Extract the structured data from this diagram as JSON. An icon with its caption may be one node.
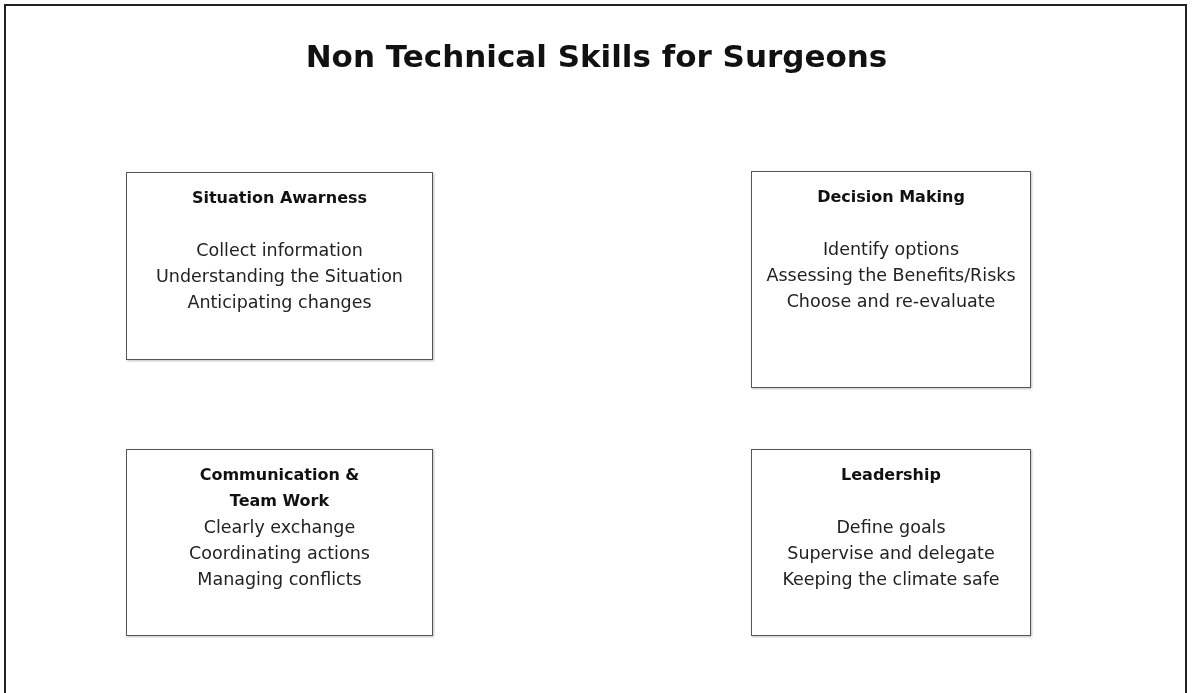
{
  "diagram": {
    "title": "Non Technical Skills for Surgeons",
    "nodes": [
      {
        "text": [
          "Situation Awarness",
          "Collect information",
          "Understanding the Situation",
          "Anticipating changes"
        ]
      },
      {
        "text": [
          "Decision Making",
          "Identify options",
          "Assessing the Benefits/Risks",
          "Choose and re-evaluate"
        ]
      },
      {
        "text": [
          "Communication & Team Work",
          "Clearly exchange",
          "Coordinating actions",
          "Managing conflicts"
        ]
      },
      {
        "text": [
          "Leadership",
          "Define goals",
          "Supervise and delegate",
          "Keeping the climate safe"
        ]
      }
    ]
  }
}
